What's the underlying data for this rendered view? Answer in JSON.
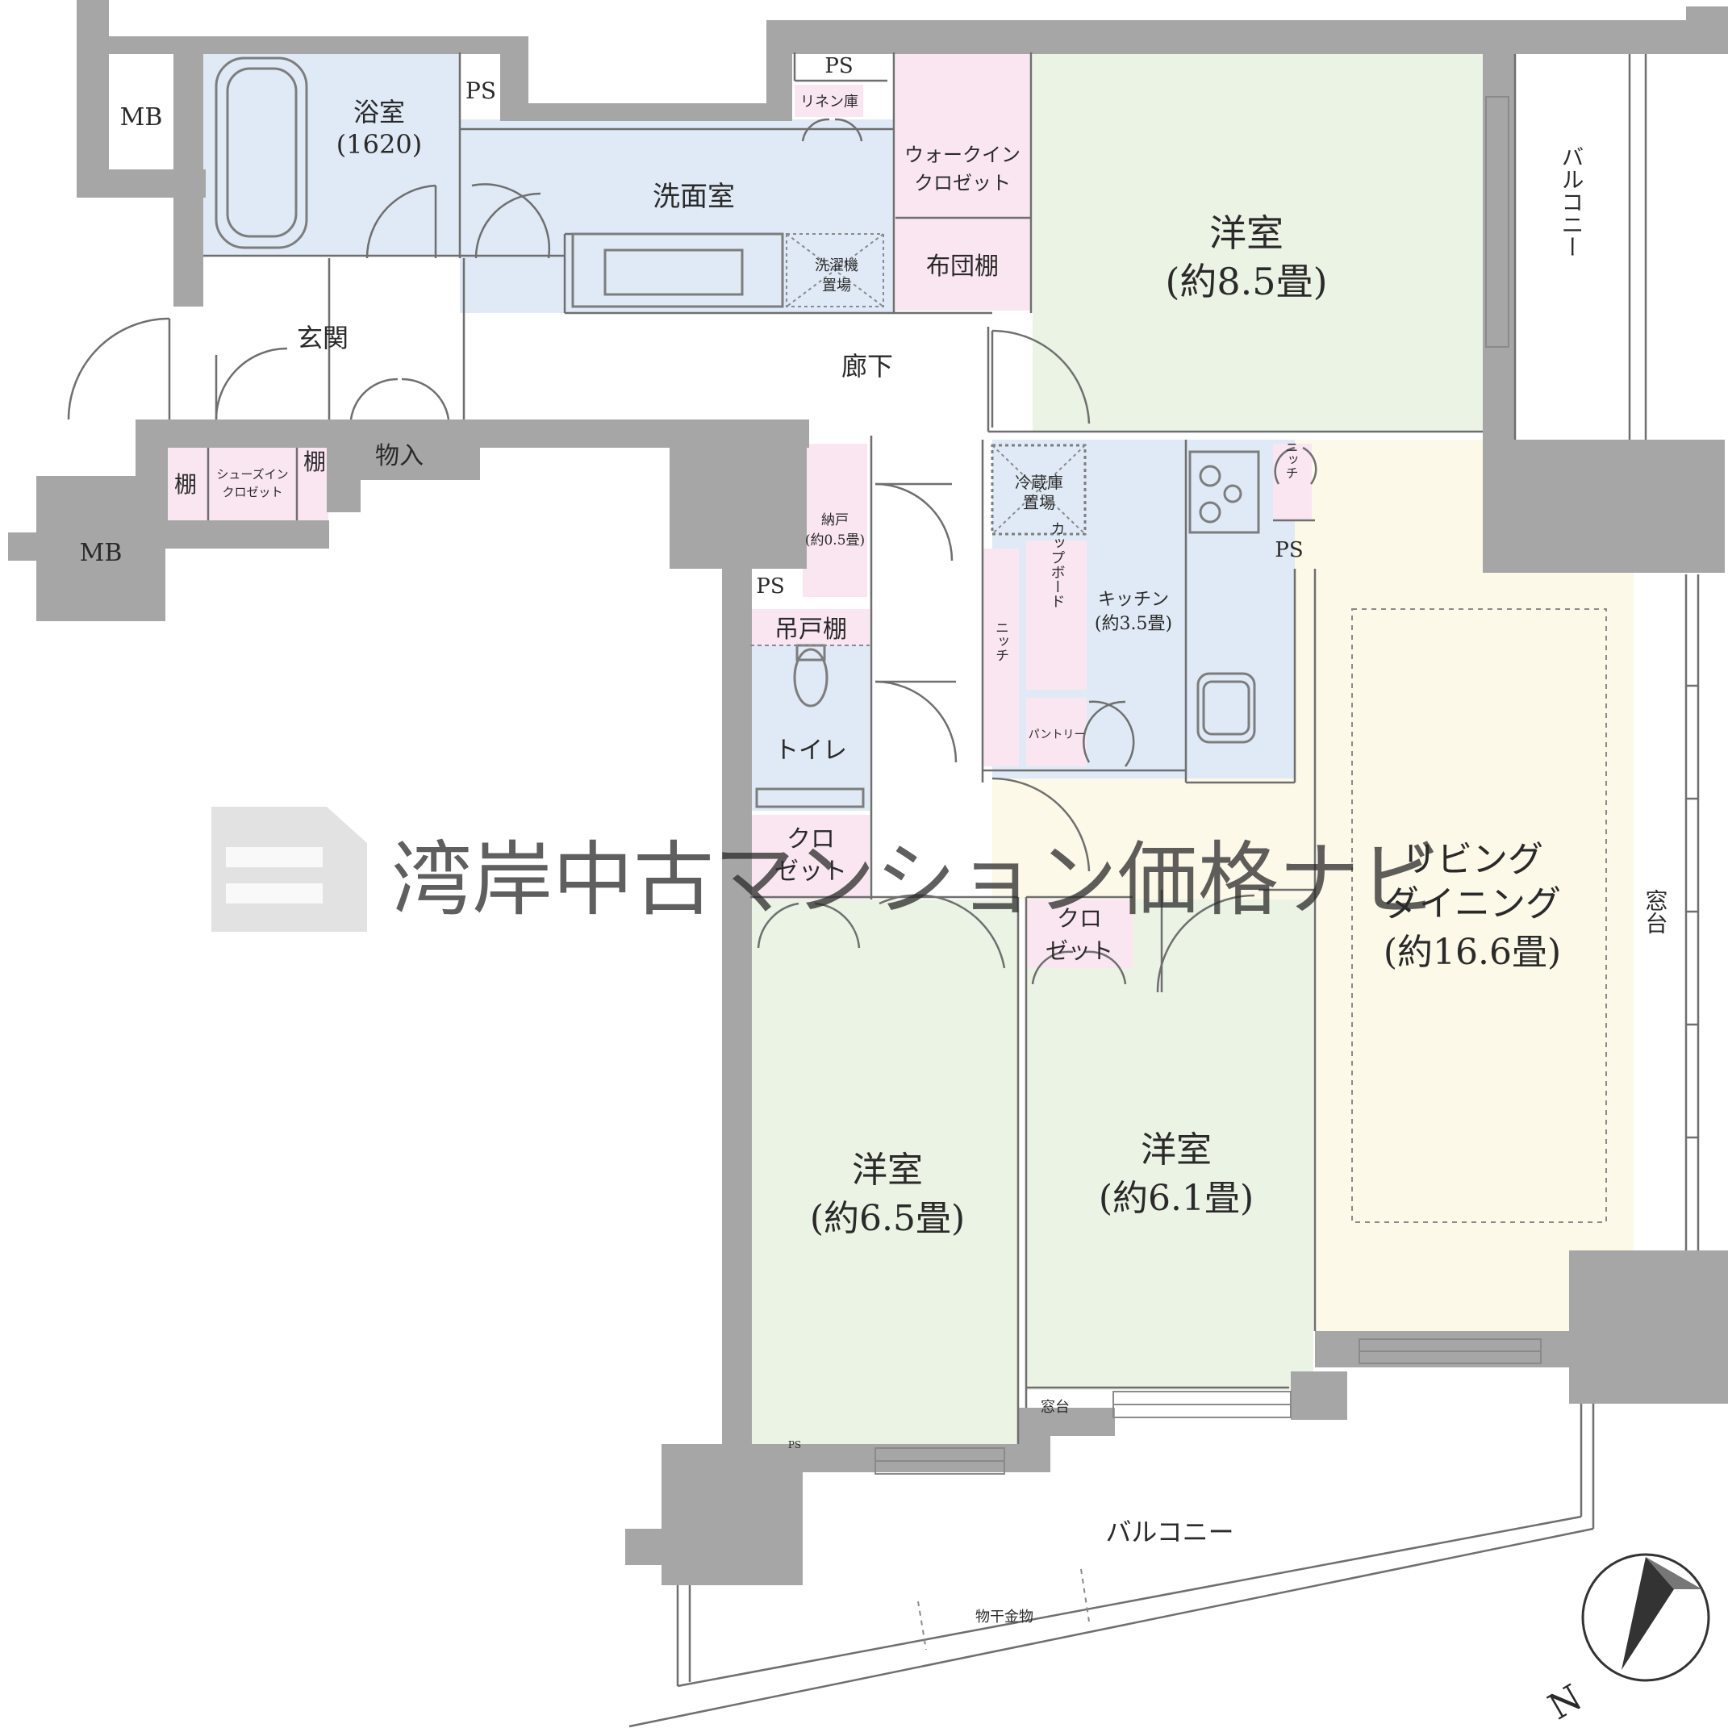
{
  "rooms": {
    "bath": "浴室",
    "bath_size": "(1620)",
    "ps_bath": "PS",
    "mb_top": "MB",
    "mb_bottom": "MB",
    "ps_top": "PS",
    "linen": "リネン庫",
    "washroom": "洗面室",
    "washer": "洗濯機",
    "washer_2": "置場",
    "walkin": "ウォークイン",
    "walkin_2": "クロゼット",
    "futon": "布団棚",
    "western_85": "洋室",
    "western_85_size": "(約8.5畳)",
    "balcony_right": "バルコニー",
    "entrance": "玄関",
    "corridor": "廊下",
    "shelf_left": "棚",
    "shoe_closet": "シューズイン",
    "shoe_closet_2": "クロゼット",
    "shelf_right": "棚",
    "storage": "物入",
    "nando": "納戸",
    "nando_size": "(約0.5畳)",
    "ps_toilet": "PS",
    "hanging_shelf": "吊戸棚",
    "toilet": "トイレ",
    "closet_hall": "クロ",
    "closet_hall_2": "ゼット",
    "fridge": "冷蔵庫",
    "fridge_2": "置場",
    "cupboard": "カップボード",
    "niche_kitchen": "ニッチ",
    "kitchen": "キッチン",
    "kitchen_size": "(約3.5畳)",
    "pantry": "パントリー",
    "niche_top": "ニッチ",
    "ps_kitchen": "PS",
    "living": "リビング",
    "living_2": "ダイニング",
    "living_size": "(約16.6畳)",
    "window_sill_right": "窓台",
    "closet_bed": "クロ",
    "closet_bed_2": "ゼット",
    "western_65": "洋室",
    "western_65_size": "(約6.5畳)",
    "western_61": "洋室",
    "western_61_size": "(約6.1畳)",
    "window_sill_bottom": "窓台",
    "ps_small": "PS",
    "balcony_bottom": "バルコニー",
    "drying_rack": "物干金物"
  },
  "compass": {
    "north_label": "N"
  },
  "watermark": {
    "text": "湾岸中古マンション価格ナビ"
  },
  "colors": {
    "wall": "#a6a6a6",
    "wet_area": "#dfeaf6",
    "bedroom": "#eaf3e4",
    "living": "#fcf9e8",
    "storage": "#fae6f0",
    "corridor": "#ffffff"
  }
}
